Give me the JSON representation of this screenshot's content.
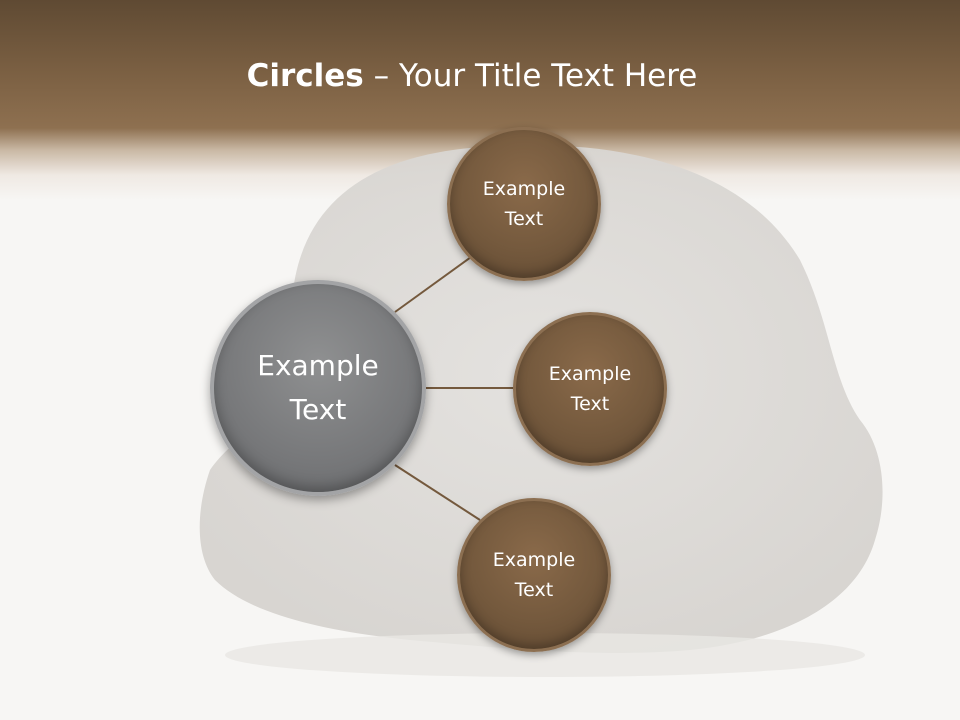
{
  "slide": {
    "title_bold": "Circles",
    "title_rest": " – Your Title Text Here"
  },
  "diagram": {
    "center": {
      "label": "Example Text"
    },
    "branches": [
      {
        "label": "Example Text"
      },
      {
        "label": "Example Text"
      },
      {
        "label": "Example Text"
      }
    ]
  },
  "colors": {
    "header": "#7a5f42",
    "branch_fill": "#74593d",
    "center_fill": "#77787a",
    "connector": "#74593d"
  }
}
